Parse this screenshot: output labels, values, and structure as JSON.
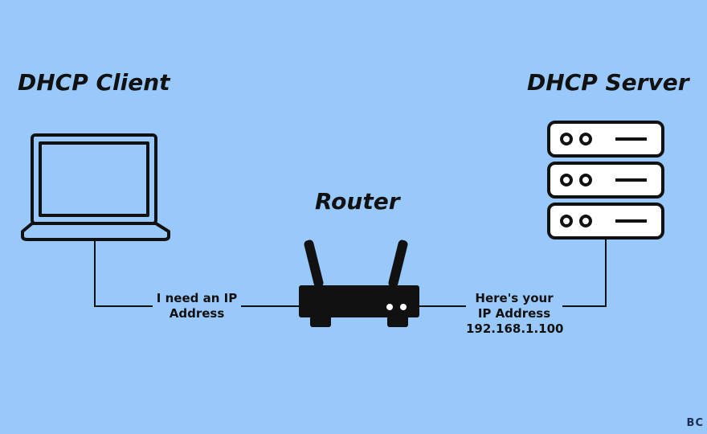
{
  "titles": {
    "client": "DHCP Client",
    "router": "Router",
    "server": "DHCP Server"
  },
  "messages": {
    "request_line1": "I need an IP",
    "request_line2": "Address",
    "response_line1": "Here's your",
    "response_line2": "IP Address",
    "response_line3": "192.168.1.100"
  },
  "watermark": "BC",
  "colors": {
    "background": "#99c9fb",
    "stroke": "#111111"
  },
  "icons": {
    "client": "laptop-icon",
    "router": "router-icon",
    "server": "server-rack-icon"
  }
}
